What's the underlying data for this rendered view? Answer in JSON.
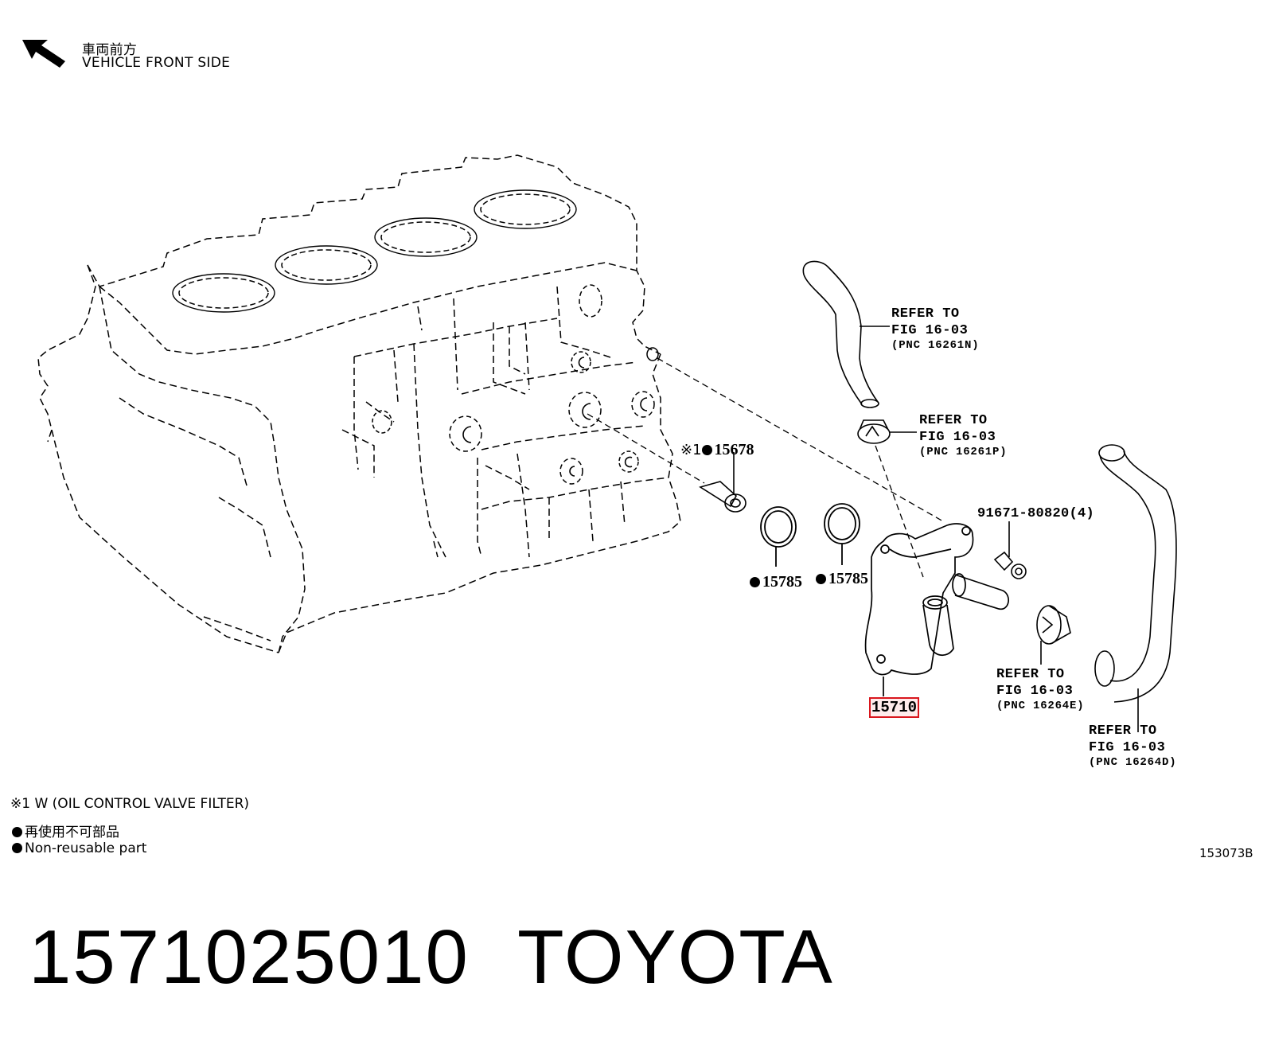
{
  "header": {
    "direction_jp": "車両前方",
    "direction_en": "VEHICLE FRONT SIDE"
  },
  "callouts": {
    "hose_upper": {
      "line1": "REFER TO",
      "line2": "FIG 16-03",
      "line3": "(PNC 16261N)"
    },
    "clamp_upper": {
      "line1": "REFER TO",
      "line2": "FIG 16-03",
      "line3": "(PNC 16261P)"
    },
    "clamp_lower": {
      "line1": "REFER TO",
      "line2": "FIG 16-03",
      "line3": "(PNC 16264E)"
    },
    "hose_lower": {
      "line1": "REFER TO",
      "line2": "FIG 16-03",
      "line3": "(PNC 16264D)"
    }
  },
  "parts": {
    "filter_prefix": "※1",
    "filter": "15678",
    "oring_1": "15785",
    "oring_2": "15785",
    "bolt": "91671-80820(4)",
    "cooler": "15710"
  },
  "notes": {
    "filter_note": "※1 W (OIL CONTROL VALVE FILTER)",
    "nonreusable_jp": "再使用不可部品",
    "nonreusable_en": "Non-reusable part"
  },
  "figure_id": "153073B",
  "product": {
    "part_number": "1571025010",
    "brand": "TOYOTA"
  },
  "colors": {
    "ink": "#000000",
    "highlight": "#d9161d"
  }
}
